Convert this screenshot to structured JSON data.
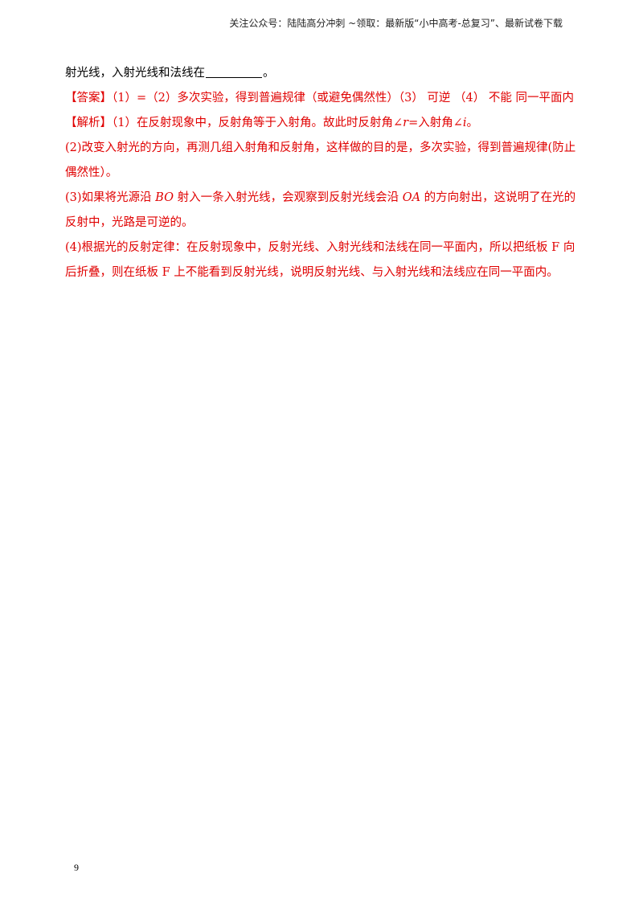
{
  "header": {
    "text": "关注公众号：陆陆高分冲刺  ~领取：最新版“小中高考-总复习”、最新试卷下载"
  },
  "question_tail": {
    "prefix": "射光线，入射光线和法线在",
    "suffix": "。"
  },
  "answer": {
    "label": "【答案】",
    "text": "（1）=（2）多次实验，得到普遍规律（或避免偶然性）（3） 可逆 （4） 不能  同一平面内"
  },
  "analysis": {
    "label": "【解析】",
    "part1": {
      "a": "（1）在反射现象中，反射角等于入射角。故此时反射角∠",
      "r": "r",
      "b": "=入射角∠",
      "i": "i",
      "c": "。"
    },
    "part2": "(2)改变入射光的方向，再测几组入射角和反射角，这样做的目的是，多次实验，得到普遍规律(防止偶然性）。",
    "part3": {
      "a": "(3)如果将光源沿 ",
      "bo": "BO",
      "b": " 射入一条入射光线，会观察到反射光线会沿 ",
      "oa": "OA",
      "c": " 的方向射出，这说明了在光的反射中，光路是可逆的。"
    },
    "part4": "(4)根据光的反射定律：在反射现象中，反射光线、入射光线和法线在同一平面内，所以把纸板 F 向后折叠，则在纸板 F 上不能看到反射光线，说明反射光线、与入射光线和法线应在同一平面内。"
  },
  "page_number": "9"
}
